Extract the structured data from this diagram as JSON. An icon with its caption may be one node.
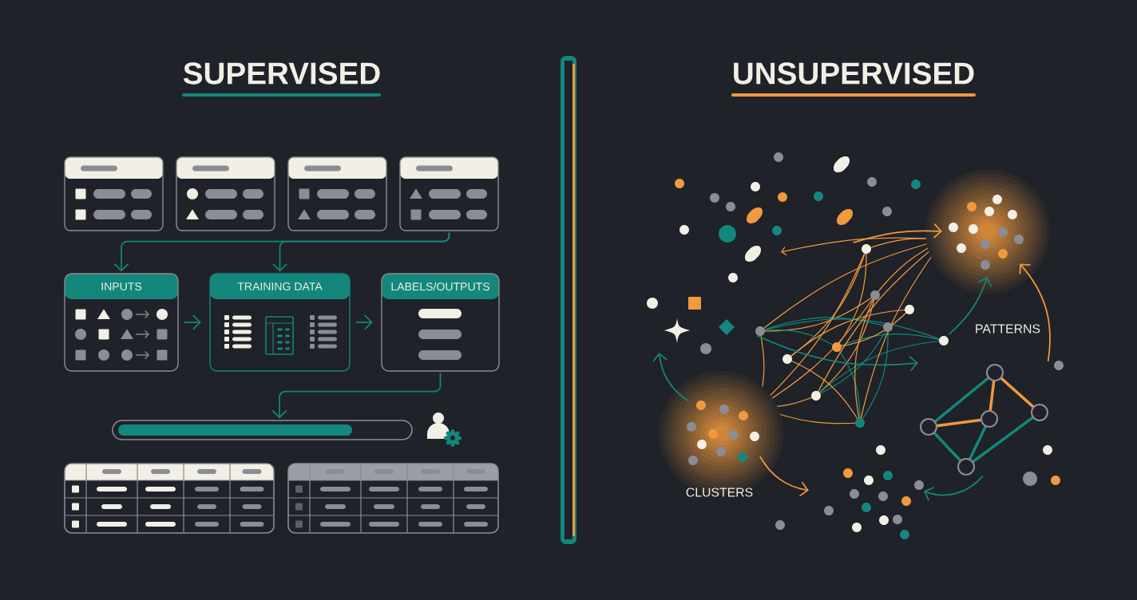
{
  "diagram": {
    "nodes": [
      {
        "text": [],
        "shape": "box"
      },
      {
        "text": [],
        "shape": "box"
      },
      {
        "text": [],
        "shape": "box"
      },
      {
        "text": [],
        "shape": "box"
      },
      {
        "text": [
          "INPUTS"
        ]
      },
      {
        "text": [
          "TRAINING DATA"
        ]
      },
      {
        "text": [
          "LABELS/OUTPUTS"
        ]
      },
      {
        "text": [],
        "shape": "bar"
      },
      {
        "text": [],
        "shape": "picture"
      },
      {
        "text": [],
        "shape": "circle"
      },
      {
        "text": [],
        "shape": "circle"
      },
      {
        "text": [],
        "shape": "picture"
      },
      {
        "text": [],
        "shape": "picture"
      },
      {
        "text": [],
        "shape": "picture"
      }
    ],
    "edges": [
      {
        "from": 3,
        "to": 4,
        "arrow": "to"
      },
      {
        "from": 3,
        "to": 5,
        "arrow": "to"
      },
      {
        "from": 4,
        "to": 5,
        "arrow": "to"
      },
      {
        "from": 5,
        "to": 6,
        "arrow": "to"
      },
      {
        "from": 6,
        "to": 7,
        "arrow": "to"
      },
      {
        "from": 10,
        "to": 13,
        "arrow": "to"
      },
      {
        "from": 10,
        "to": 12,
        "arrow": "to",
        "color": "#f0993e"
      },
      {
        "from": 11,
        "to": 12,
        "arrow": "to"
      },
      {
        "from": 11,
        "to": 9,
        "arrow": "to",
        "color": "#f0993e"
      },
      {
        "from": 8,
        "to": 9,
        "arrow": "to",
        "color": "#f0993e"
      },
      {
        "from": 8,
        "to": 9,
        "arrow": "to"
      },
      {
        "from": 8,
        "to": 11,
        "arrow": "to"
      }
    ],
    "labels": [
      "SUPERVISED",
      "UNSUPERVISED",
      "PATTERNS",
      "CLUSTERS"
    ]
  }
}
